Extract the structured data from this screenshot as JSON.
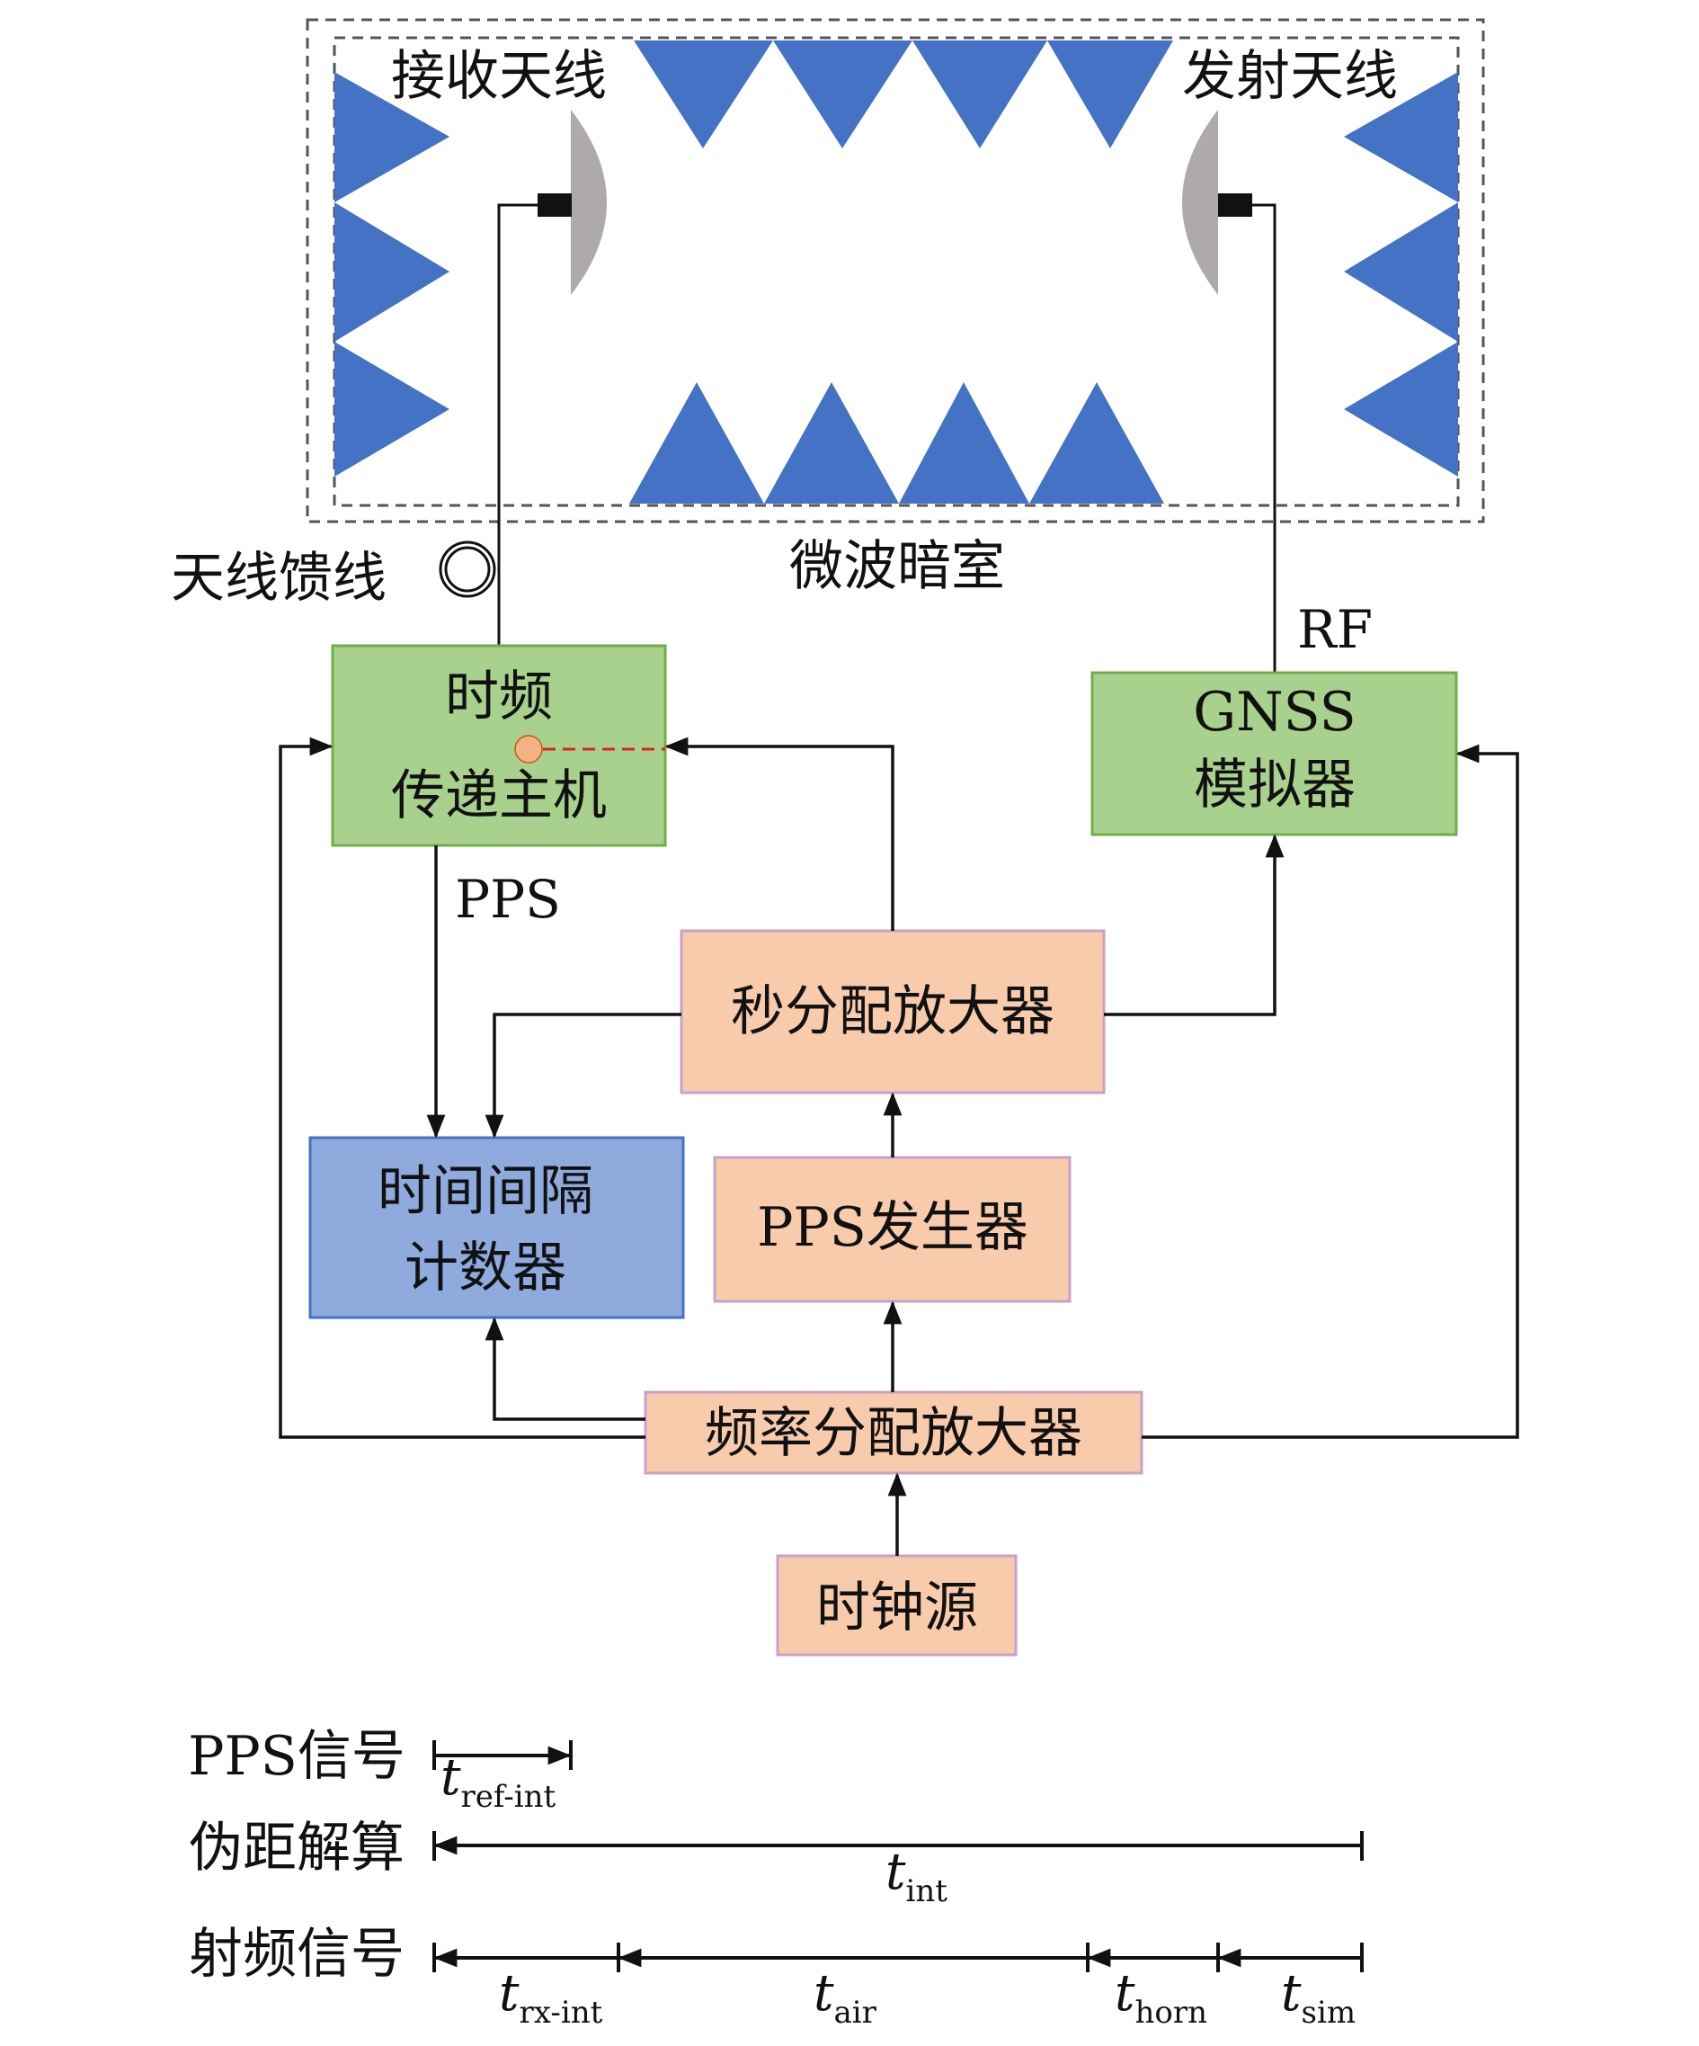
{
  "chamber": {
    "label": "微波暗室",
    "rx_antenna": "接收天线",
    "tx_antenna": "发射天线"
  },
  "feed_label": "天线馈线",
  "rf_label": "RF",
  "pps_label": "PPS",
  "blocks": {
    "time_transfer": {
      "line1": "时频",
      "line2": "传递主机"
    },
    "gnss": {
      "line1": "GNSS",
      "line2": "模拟器"
    },
    "sec_dist": "秒分配放大器",
    "counter": {
      "line1": "时间间隔",
      "line2": "计数器"
    },
    "pps_gen": "PPS发生器",
    "freq_dist": "频率分配放大器",
    "clock": "时钟源"
  },
  "timeline": {
    "pps_signal": "PPS信号",
    "pseudorange": "伪距解算",
    "rf_signal": "射频信号",
    "t": "t",
    "sub_ref_int": "ref-int",
    "sub_int": "int",
    "sub_rx_int": "rx-int",
    "sub_air": "air",
    "sub_horn": "horn",
    "sub_sim": "sim"
  },
  "colors": {
    "absorber": "#4472C4",
    "green_block": "#A9D18E",
    "green_border": "#70AD47",
    "orange_block": "#F8CBAD",
    "orange_border": "#C9A0C8",
    "blue_block": "#8FAADC",
    "blue_border": "#4472C4",
    "antenna": "#AEAAAA",
    "dashed_link": "#E02020"
  }
}
